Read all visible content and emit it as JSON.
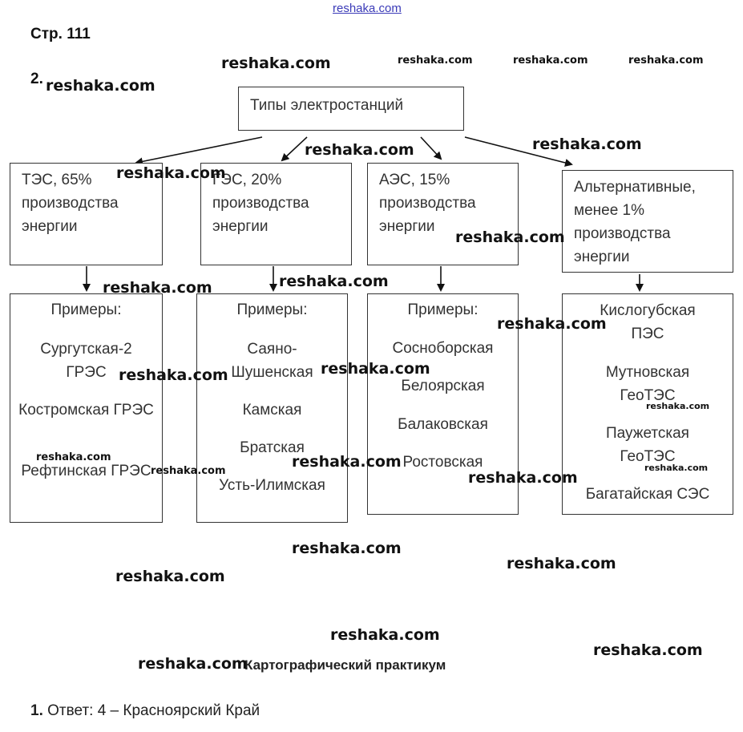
{
  "page": {
    "header_link": "reshaka.com",
    "page_label": "Стр. 111",
    "task_number": "2.",
    "section_title": "Картографический практикум",
    "answer_number": "1.",
    "answer_text": "Ответ: 4 – Красноярский Край"
  },
  "diagram": {
    "root": "Типы электростанций",
    "types": [
      {
        "label": "ТЭС, 65% производства энергии",
        "examples_title": "Примеры:",
        "examples": [
          "Сургутская-2 ГРЭС",
          "Костромская ГРЭС",
          "Рефтинская ГРЭС"
        ]
      },
      {
        "label": "ГЭС, 20% производства энергии",
        "examples_title": "Примеры:",
        "examples": [
          "Саяно-Шушенская",
          "Камская",
          "Братская",
          "Усть-Илимская"
        ]
      },
      {
        "label": "АЭС, 15% производства энергии",
        "examples_title": "Примеры:",
        "examples": [
          "Сосноборская",
          "Белоярская",
          "Балаковская",
          "Ростовская"
        ]
      },
      {
        "label": "Альтернативные, менее 1% производства энергии",
        "examples_title": "",
        "examples": [
          "Кислогубская ПЭС",
          "Мутновская ГеоТЭС",
          "Паужетская ГеоТЭС",
          "Багатайская СЭС"
        ]
      }
    ]
  },
  "watermark": "reshaka.com"
}
